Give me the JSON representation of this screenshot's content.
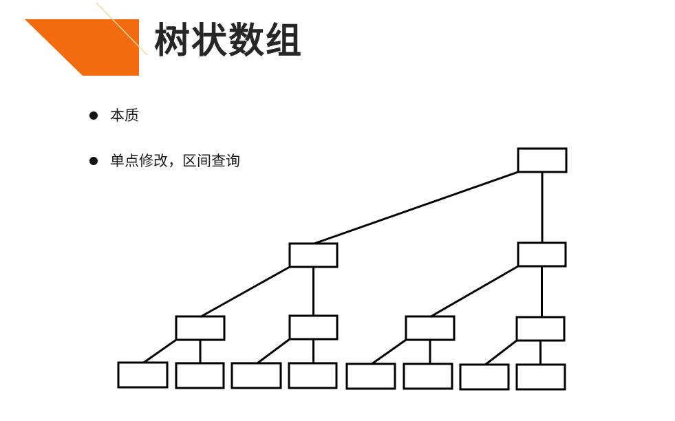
{
  "slide": {
    "title": "树状数组",
    "accent_color": "#f26b0f",
    "bullets": [
      {
        "text": "本质"
      },
      {
        "text": "单点修改，区间查询"
      }
    ]
  },
  "diagram": {
    "nodes": [
      {
        "id": "root",
        "level": 3
      },
      {
        "id": "l2-a",
        "level": 2
      },
      {
        "id": "l2-b",
        "level": 2
      },
      {
        "id": "l1-a",
        "level": 1
      },
      {
        "id": "l1-b",
        "level": 1
      },
      {
        "id": "l1-c",
        "level": 1
      },
      {
        "id": "l1-d",
        "level": 1
      },
      {
        "id": "leaf-1",
        "level": 0
      },
      {
        "id": "leaf-2",
        "level": 0
      },
      {
        "id": "leaf-3",
        "level": 0
      },
      {
        "id": "leaf-4",
        "level": 0
      },
      {
        "id": "leaf-5",
        "level": 0
      },
      {
        "id": "leaf-6",
        "level": 0
      },
      {
        "id": "leaf-7",
        "level": 0
      },
      {
        "id": "leaf-8",
        "level": 0
      }
    ],
    "edges": [
      {
        "from": "root",
        "to": "l2-a"
      },
      {
        "from": "root",
        "to": "l2-b"
      },
      {
        "from": "l2-a",
        "to": "l1-a"
      },
      {
        "from": "l2-a",
        "to": "l1-b"
      },
      {
        "from": "l2-b",
        "to": "l1-c"
      },
      {
        "from": "l2-b",
        "to": "l1-d"
      },
      {
        "from": "l1-a",
        "to": "leaf-1"
      },
      {
        "from": "l1-a",
        "to": "leaf-2"
      },
      {
        "from": "l1-b",
        "to": "leaf-3"
      },
      {
        "from": "l1-b",
        "to": "leaf-4"
      },
      {
        "from": "l1-c",
        "to": "leaf-5"
      },
      {
        "from": "l1-c",
        "to": "leaf-6"
      },
      {
        "from": "l1-d",
        "to": "leaf-7"
      },
      {
        "from": "l1-d",
        "to": "leaf-8"
      }
    ]
  }
}
